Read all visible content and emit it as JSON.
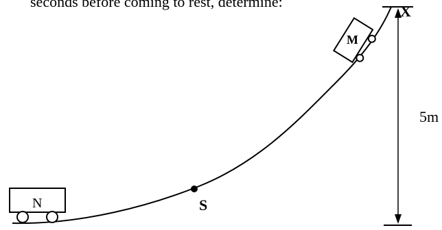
{
  "diagram": {
    "caption": "seconds before coming to rest, determine:",
    "point_labels": {
      "x": "X",
      "s": "S"
    },
    "cart_labels": {
      "n": "N",
      "m": "M"
    },
    "height_label": "5m"
  }
}
